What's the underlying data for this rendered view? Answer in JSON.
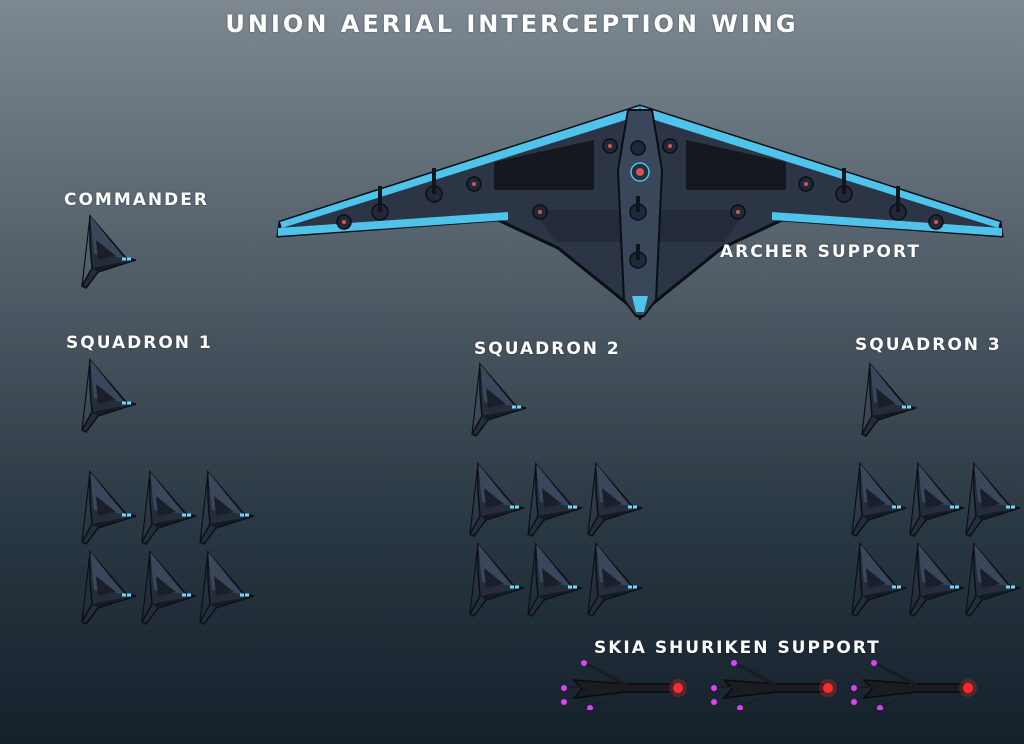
{
  "title": "UNION AERIAL INTERCEPTION WING",
  "labels": {
    "commander": "COMMANDER",
    "archer": "ARCHER SUPPORT",
    "squadron1": "SQUADRON 1",
    "squadron2": "SQUADRON 2",
    "squadron3": "SQUADRON 3",
    "skia": "SKIA SHURIKEN SUPPORT"
  },
  "colors": {
    "archer_trim": "#4fc3ea",
    "ship_hull": "#2c3546",
    "engine_glow": "#6fd6ff",
    "skia_engine": "#ff2b2b",
    "skia_tip": "#e040fb"
  },
  "units": {
    "commander": {
      "name": "commander",
      "icon": "interceptor-fighter-icon",
      "count": 1
    },
    "archer": {
      "name": "archer-support",
      "icon": "flying-wing-carrier-icon",
      "count": 1
    },
    "squadron1": {
      "leader": 1,
      "wingmen": 6,
      "icon": "interceptor-fighter-icon"
    },
    "squadron2": {
      "leader": 1,
      "wingmen": 6,
      "icon": "interceptor-fighter-icon"
    },
    "squadron3": {
      "leader": 1,
      "wingmen": 6,
      "icon": "interceptor-fighter-icon"
    },
    "skia": {
      "count": 3,
      "icon": "skia-shuriken-drone-icon"
    }
  }
}
